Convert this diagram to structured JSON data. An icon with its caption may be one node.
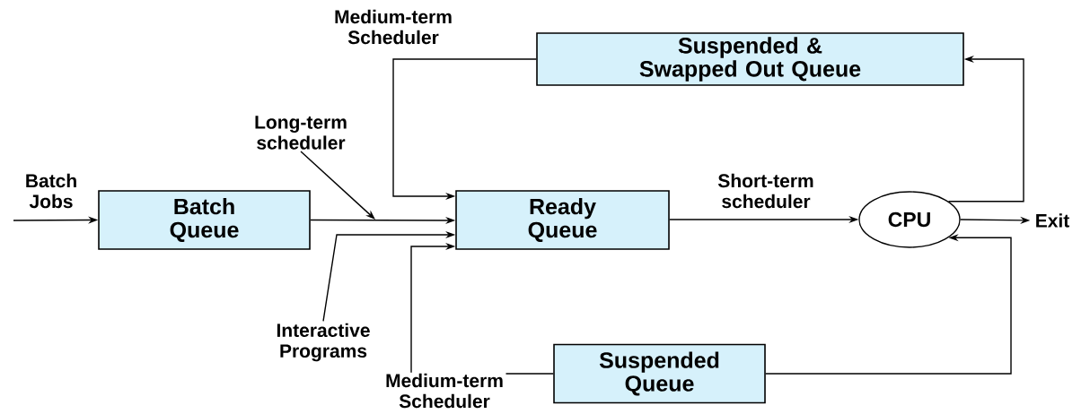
{
  "diagram": {
    "nodes": [
      {
        "text": [
          "Suspended & Swapped Out Queue"
        ]
      },
      {
        "text": [
          "Batch Queue"
        ]
      },
      {
        "text": [
          "Ready Queue"
        ]
      },
      {
        "text": [
          "CPU"
        ]
      },
      {
        "text": [
          "Suspended Queue"
        ]
      },
      {
        "text": [
          "Interactive Programs"
        ]
      },
      {
        "text": [
          "Exit"
        ]
      },
      {
        "text": [
          "Long-term scheduler"
        ]
      }
    ],
    "edges": [
      {
        "from": null,
        "to": 1,
        "arrow": "to",
        "label": "Batch Jobs"
      },
      {
        "from": 1,
        "to": 2,
        "arrow": "to"
      },
      {
        "from": 0,
        "to": 2,
        "arrow": "to",
        "label": "Medium-term Scheduler"
      },
      {
        "from": 5,
        "to": 2,
        "arrow": "to"
      },
      {
        "from": 4,
        "to": 2,
        "arrow": "to",
        "label": "Medium-term Scheduler"
      },
      {
        "from": 2,
        "to": 3,
        "arrow": "to",
        "label": "Short-term scheduler"
      },
      {
        "from": 3,
        "to": 0,
        "arrow": "to"
      },
      {
        "from": 3,
        "to": 6,
        "arrow": "to"
      },
      {
        "from": 4,
        "to": 3,
        "arrow": "to"
      },
      {
        "from": 7,
        "to": null,
        "arrow": "to"
      }
    ]
  }
}
